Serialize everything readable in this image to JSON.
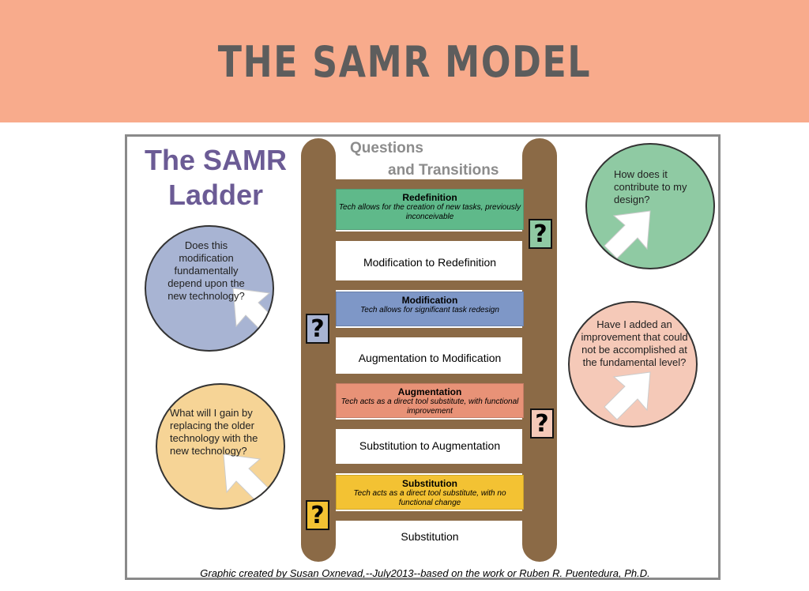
{
  "slide": {
    "title": "THE SAMR MODEL",
    "banner_color": "#f8ab8c",
    "title_color": "#5d5d5d"
  },
  "diagram": {
    "ladder_title": "The SAMR Ladder",
    "ladder_title_color": "#6b5b95",
    "questions_line1": "Questions",
    "questions_line2": "and Transitions",
    "header_color": "#8c8c8c",
    "rail_color": "#8b6a46",
    "levels": [
      {
        "name": "Redefinition",
        "desc": "Tech allows for the creation of new tasks, previously inconceivable",
        "color": "#5fb98a"
      },
      {
        "name": "Modification",
        "desc": "Tech allows for significant task redesign",
        "color": "#7e97c7"
      },
      {
        "name": "Augmentation",
        "desc": "Tech acts as a direct tool substitute, with functional improvement",
        "color": "#e89277"
      },
      {
        "name": "Substitution",
        "desc": "Tech acts as a direct tool substitute, with no functional change",
        "color": "#f3c233"
      }
    ],
    "transitions": [
      "Modification to Redefinition",
      "Augmentation to Modification",
      "Substitution to Augmentation",
      "Substitution"
    ],
    "question_mark": "?",
    "questions": [
      {
        "text": "Does this modification fundamentally depend upon the new technology?",
        "color": "#a8b4d3"
      },
      {
        "text": "What will I gain by replacing the older technology with the new technology?",
        "color": "#f6d496"
      },
      {
        "text": "How does it contribute to my design?",
        "color": "#8fcaa3"
      },
      {
        "text": "Have I added an improvement that could not be accomplished at the fundamental level?",
        "color": "#f5c9b8"
      }
    ],
    "credit": "Graphic created by Susan Oxnevad,--July2013--based on the work or Ruben R. Puentedura, Ph.D."
  }
}
